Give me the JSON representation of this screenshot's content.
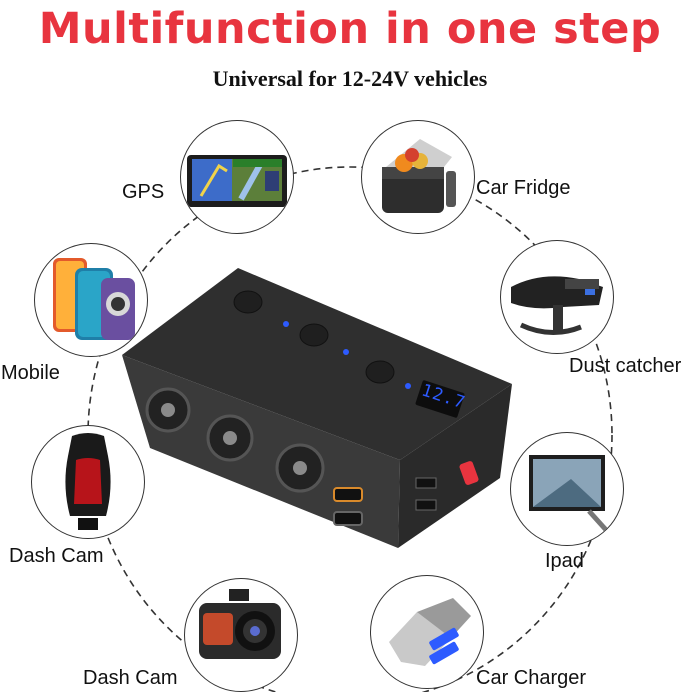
{
  "headline": "Multifunction in one step",
  "subline": "Universal for 12-24V vehicles",
  "devices": [
    {
      "label": "GPS",
      "icon": "gps-icon"
    },
    {
      "label": "Car Fridge",
      "icon": "car-fridge-icon"
    },
    {
      "label": "Mobile",
      "icon": "mobile-phone-icon"
    },
    {
      "label": "Dust catcher",
      "icon": "dust-catcher-icon"
    },
    {
      "label": "Dash Cam",
      "icon": "heated-seat-icon"
    },
    {
      "label": "Ipad",
      "icon": "tablet-icon"
    },
    {
      "label": "Dash Cam",
      "icon": "dash-cam-icon"
    },
    {
      "label": "Car Charger",
      "icon": "car-charger-icon"
    }
  ],
  "product": {
    "voltage_display": "12.7",
    "accent_color": "#e8343f",
    "led_color": "#2d5bff"
  }
}
